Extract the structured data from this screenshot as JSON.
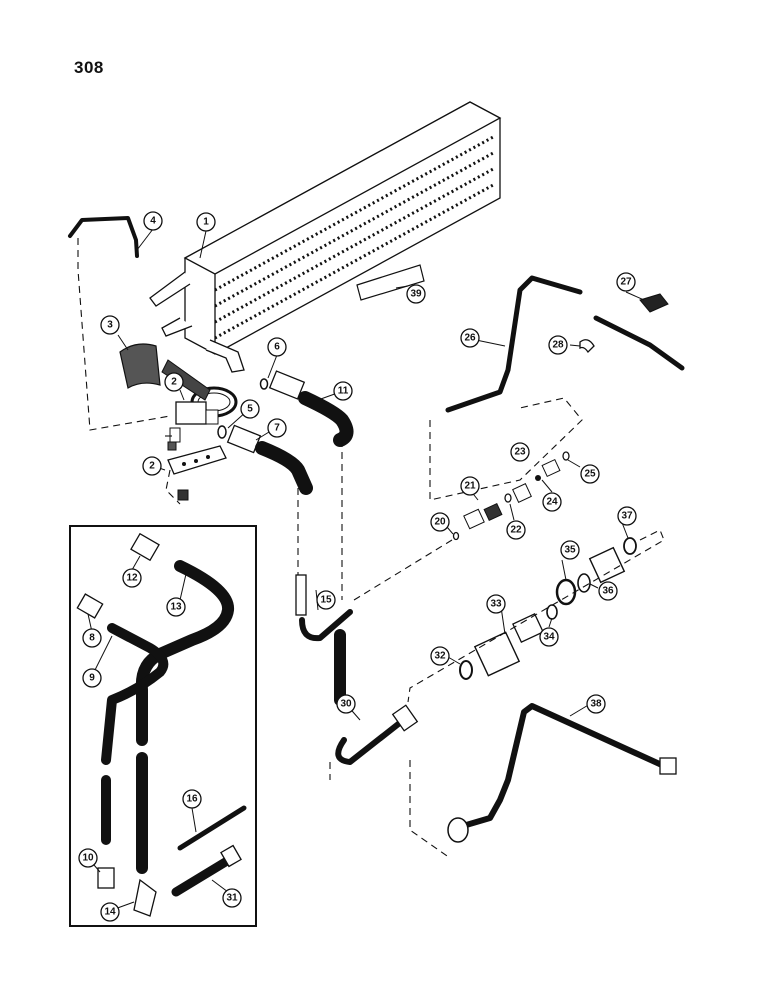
{
  "page_number": "308",
  "callouts": [
    "1",
    "2",
    "2",
    "3",
    "4",
    "5",
    "6",
    "7",
    "8",
    "9",
    "10",
    "11",
    "12",
    "13",
    "14",
    "15",
    "16",
    "20",
    "21",
    "22",
    "23",
    "24",
    "25",
    "26",
    "27",
    "28",
    "30",
    "31",
    "32",
    "33",
    "34",
    "35",
    "36",
    "37",
    "38",
    "39"
  ]
}
